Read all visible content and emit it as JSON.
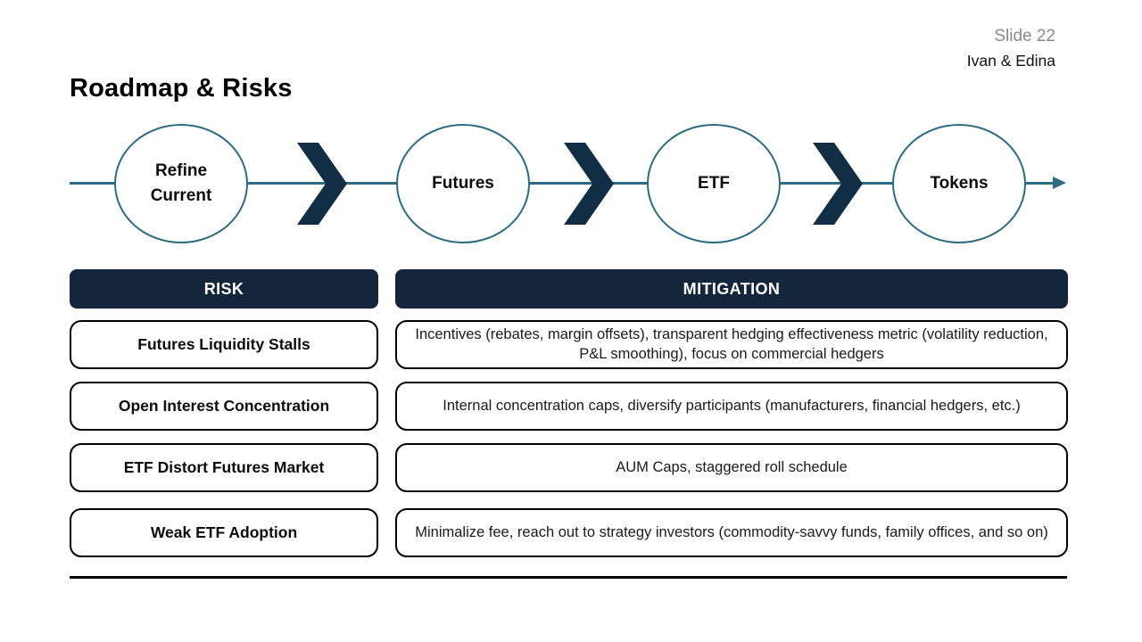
{
  "slide": {
    "page_label": "Slide 22",
    "authors": "Ivan & Edina",
    "title": "Roadmap & Risks"
  },
  "flow": {
    "steps": [
      {
        "label": "Refine Current"
      },
      {
        "label": "Futures"
      },
      {
        "label": "ETF"
      },
      {
        "label": "Tokens"
      }
    ],
    "connector_icons": [
      "chevron-right-icon",
      "chevron-right-icon",
      "chevron-right-icon",
      "arrow-right-icon"
    ]
  },
  "table": {
    "headers": {
      "risk": "RISK",
      "mitigation": "MITIGATION"
    },
    "rows": [
      {
        "risk": "Futures Liquidity Stalls",
        "mitigation": "Incentives (rebates, margin offsets), transparent hedging effectiveness metric (volatility reduction, P&L smoothing), focus on commercial hedgers"
      },
      {
        "risk": "Open Interest Concentration",
        "mitigation": "Internal concentration caps, diversify participants (manufacturers, financial hedgers, etc.)"
      },
      {
        "risk": "ETF Distort Futures Market",
        "mitigation": "AUM Caps, staggered roll schedule"
      },
      {
        "risk": "Weak ETF Adoption",
        "mitigation": "Minimalize fee, reach out to strategy investors (commodity-savvy funds, family offices, and so on)"
      }
    ]
  },
  "colors": {
    "header_navy": "#14263b",
    "chevron_navy": "#112e44",
    "flow_teal": "#2e6b80",
    "cell_border": "#000000",
    "slide_number_gray": "#8a8a8a"
  }
}
